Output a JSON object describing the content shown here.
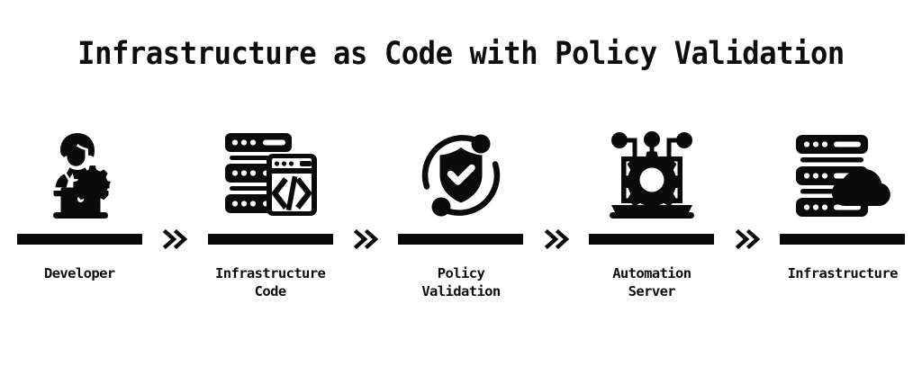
{
  "title": "Infrastructure as Code with Policy Validation",
  "background_color": "#ffffff",
  "foreground_color": "#0a0a0a",
  "separator": {
    "glyph": "»",
    "name": "double-chevron-right",
    "count": 4
  },
  "steps": [
    {
      "label": "Developer",
      "icon": "developer-laptop-gear-icon"
    },
    {
      "label": "Infrastructure\nCode",
      "icon": "server-code-window-icon"
    },
    {
      "label": "Policy\nValidation",
      "icon": "shield-check-orbit-icon"
    },
    {
      "label": "Automation\nServer",
      "icon": "laptop-gear-nodes-icon"
    },
    {
      "label": "Infrastructure",
      "icon": "server-cloud-icon"
    }
  ]
}
